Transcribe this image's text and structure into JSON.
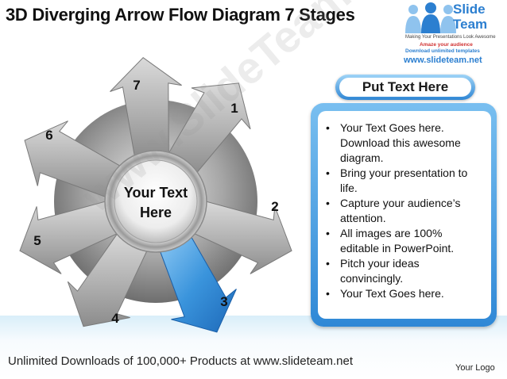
{
  "title": "3D Diverging Arrow Flow Diagram 7 Stages",
  "brand": {
    "name_line1": "Slide",
    "name_line2": "Team",
    "tagline": "Making Your Presentations Look Awesome",
    "promo_line1": "Amaze your audience",
    "promo_line2": "Download unlimited templates",
    "url": "www.slideteam.net"
  },
  "diagram": {
    "hub_line1": "Your Text",
    "hub_line2": "Here",
    "stages": [
      {
        "label": "1"
      },
      {
        "label": "2"
      },
      {
        "label": "3"
      },
      {
        "label": "4"
      },
      {
        "label": "5"
      },
      {
        "label": "6"
      },
      {
        "label": "7"
      }
    ],
    "highlight_color": "#2f86d4",
    "segment_color": "#9a9a9a"
  },
  "panel": {
    "heading": "Put Text Here",
    "bullets": [
      {
        "line1": "Your Text Goes here.",
        "line2": "Download this awesome",
        "line3": "diagram."
      },
      {
        "line1": "Bring your presentation to",
        "line2": "life.",
        "line3": ""
      },
      {
        "line1": "Capture your audience’s",
        "line2": "attention.",
        "line3": ""
      },
      {
        "line1": "All images are 100%",
        "line2": "editable in PowerPoint.",
        "line3": ""
      },
      {
        "line1": "Pitch your ideas",
        "line2": "convincingly.",
        "line3": ""
      },
      {
        "line1": "Your Text Goes here.",
        "line2": "",
        "line3": ""
      }
    ]
  },
  "watermark": "www.SlideTeam.net",
  "footer": "Unlimited Downloads of 100,000+ Products at www.slideteam.net",
  "logo_text": "Your Logo"
}
